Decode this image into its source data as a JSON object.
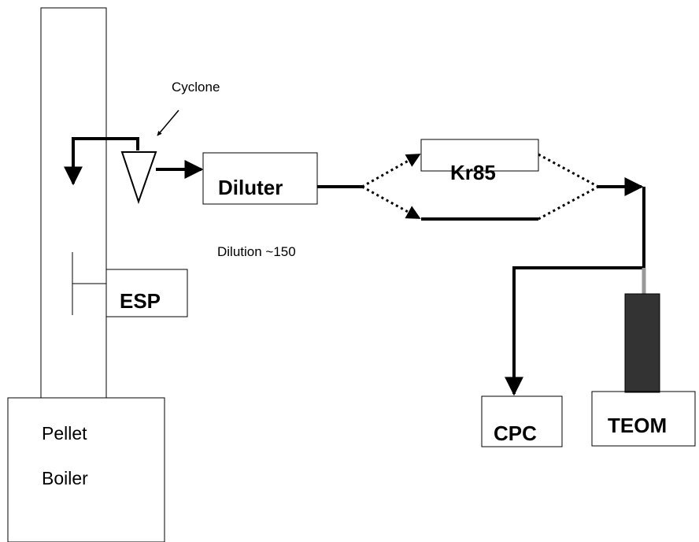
{
  "labels": {
    "cyclone": "Cyclone",
    "diluter": "Diluter",
    "dilution": "Dilution ~150",
    "kr85": "Kr85",
    "esp": "ESP",
    "boiler_line1": "Pellet",
    "boiler_line2": "Boiler",
    "cpc": "CPC",
    "teom": "TEOM"
  },
  "colors": {
    "stroke": "#000000",
    "teom_body": "#333333",
    "teom_connector": "#999999"
  }
}
